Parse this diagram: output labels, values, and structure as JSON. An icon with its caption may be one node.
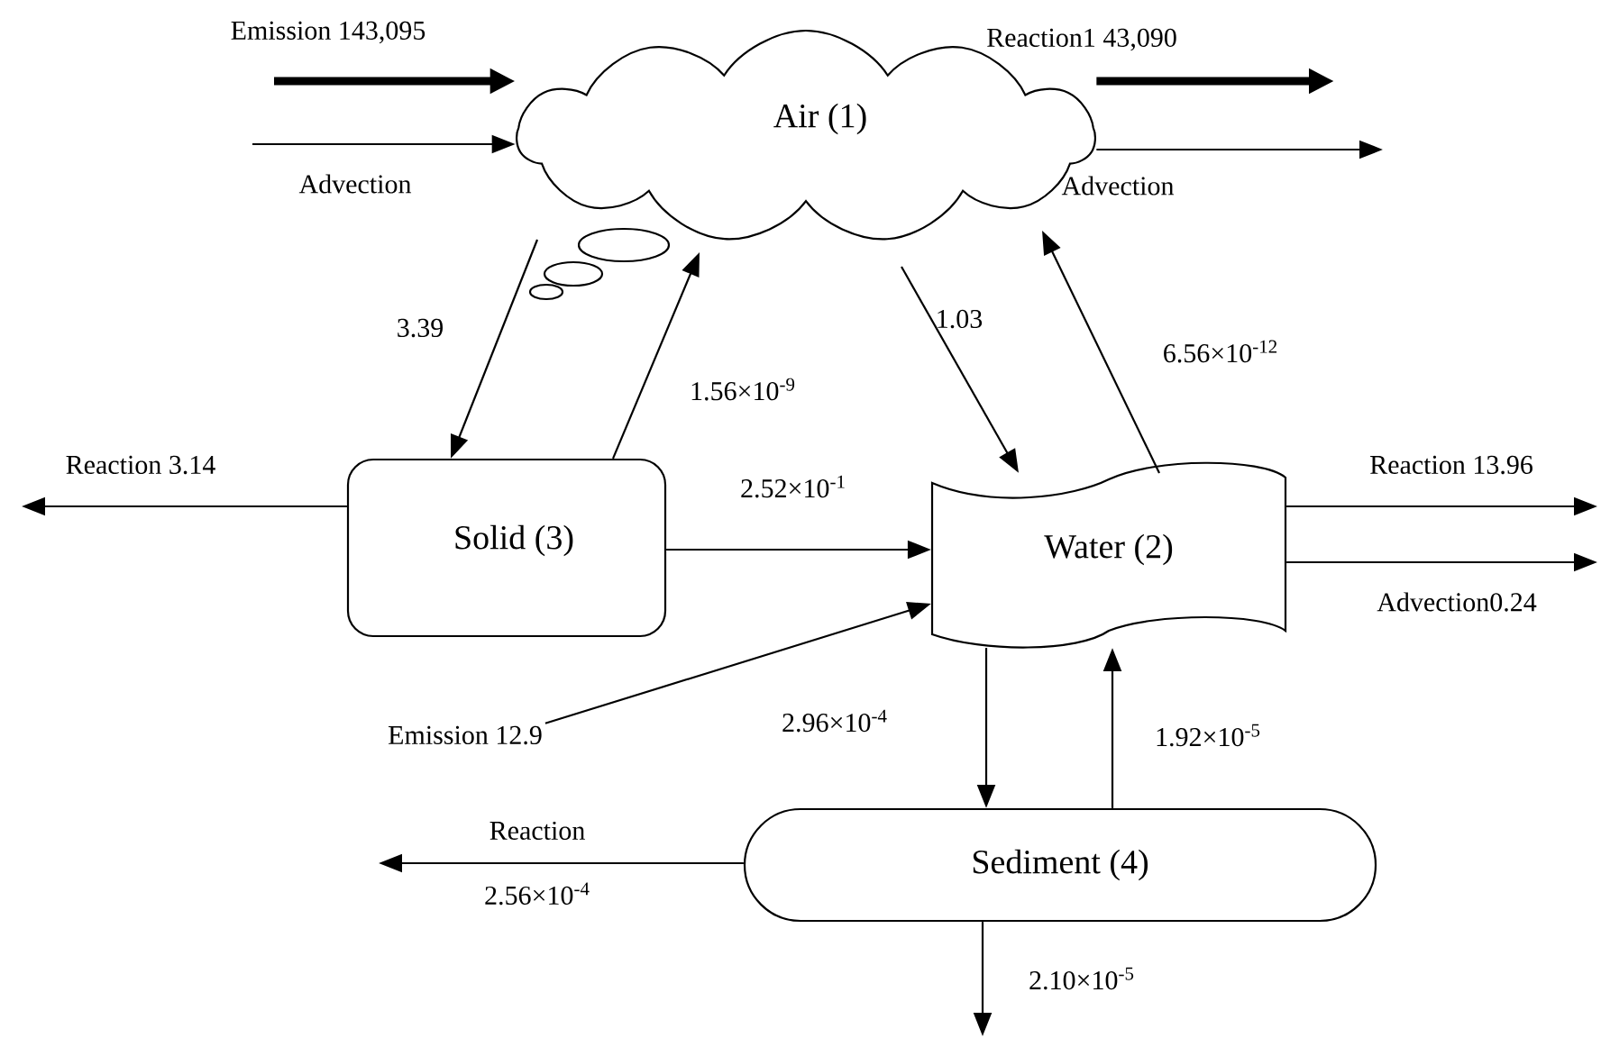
{
  "diagram": {
    "nodes": [
      {
        "text": [
          "Air (1)"
        ]
      },
      {
        "text": [
          "Water (2)"
        ]
      },
      {
        "text": [
          "Solid (3)"
        ]
      },
      {
        "text": [
          "Sediment (4)"
        ]
      },
      {
        "text": [
          "Emission 12.9"
        ]
      }
    ],
    "edges": [
      {
        "from": null,
        "to": 0,
        "arrow": "to",
        "label": "Emission 143,095",
        "style": "thick"
      },
      {
        "from": null,
        "to": 0,
        "arrow": "to",
        "label": "Advection"
      },
      {
        "from": 0,
        "to": null,
        "arrow": "to",
        "label": "Reaction1 43,090",
        "style": "thick"
      },
      {
        "from": 0,
        "to": null,
        "arrow": "to",
        "label": "Advection"
      },
      {
        "from": 0,
        "to": 2,
        "arrow": "to",
        "label": "3.39"
      },
      {
        "from": 2,
        "to": 0,
        "arrow": "to",
        "label": "1.56×10$^{-9}$"
      },
      {
        "from": 0,
        "to": 1,
        "arrow": "to",
        "label": "1.03"
      },
      {
        "from": 1,
        "to": 0,
        "arrow": "to",
        "label": "6.56×10$^{-12}$"
      },
      {
        "from": 2,
        "to": null,
        "arrow": "to",
        "label": "Reaction 3.14"
      },
      {
        "from": 2,
        "to": 1,
        "arrow": "to",
        "label": "2.52×10$^{-1}$"
      },
      {
        "from": 1,
        "to": null,
        "arrow": "to",
        "label": "Reaction 13.96"
      },
      {
        "from": 1,
        "to": null,
        "arrow": "to",
        "label": "Advection0.24"
      },
      {
        "from": 4,
        "to": 1,
        "arrow": "to"
      },
      {
        "from": 1,
        "to": 3,
        "arrow": "to",
        "label": "2.96×10$^{-4}$"
      },
      {
        "from": 3,
        "to": 1,
        "arrow": "to",
        "label": "1.92×10$^{-5}$"
      },
      {
        "from": 3,
        "to": null,
        "arrow": "to",
        "label": "Reaction 2.56×10$^{-4}$"
      },
      {
        "from": 3,
        "to": null,
        "arrow": "to",
        "label": "2.10×10$^{-5}$"
      }
    ]
  }
}
